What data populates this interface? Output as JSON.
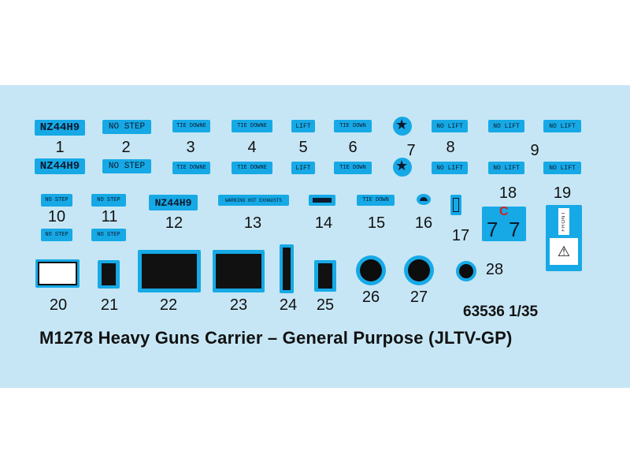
{
  "labels": {
    "reg": "NZ44H9",
    "no_step": "NO STEP",
    "tie_downe": "TIE DOWNE",
    "lift": "LIFT",
    "tie_down": "TIE DOWN",
    "no_lift": "NO LIFT",
    "warning": "WARNING HOT EXHAUSTS",
    "c": "C",
    "seven": "7",
    "front": "FRONT"
  },
  "numbers": [
    "1",
    "2",
    "3",
    "4",
    "5",
    "6",
    "7",
    "8",
    "9",
    "10",
    "11",
    "12",
    "13",
    "14",
    "15",
    "16",
    "17",
    "18",
    "19",
    "20",
    "21",
    "22",
    "23",
    "24",
    "25",
    "26",
    "27",
    "28"
  ],
  "catalog_code": "63536 1/35",
  "title": "M1278 Heavy Guns Carrier – General Purpose (JLTV-GP)",
  "colors": {
    "decal_blue": "#16a9e6",
    "sheet_blue": "#c6e6f5",
    "text_dark": "#0b1a2e",
    "red_mark": "#d42020"
  }
}
